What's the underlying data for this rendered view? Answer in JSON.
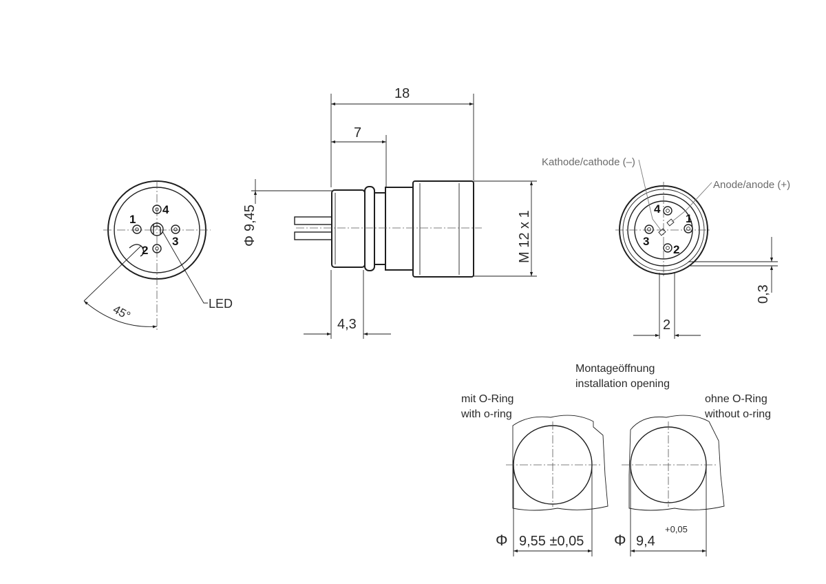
{
  "dimensions": {
    "overall_length": "18",
    "body_length": "7",
    "panel_thickness": "4,3",
    "flange_diameter": "9,45",
    "thread": "M 12 x 1",
    "angle": "45°",
    "key_width": "2",
    "key_depth": "0,3"
  },
  "symbols": {
    "diameter": "Φ"
  },
  "labels": {
    "led": "LED",
    "cathode": "Kathode/cathode (–)",
    "anode": "Anode/anode (+)",
    "mounting_de": "Montageöffnung",
    "mounting_en": "installation opening",
    "with_oring_de": "mit O-Ring",
    "with_oring_en": "with o-ring",
    "without_oring_de": "ohne O-Ring",
    "without_oring_en": "without o-ring",
    "hole_with_oring": "9,55 ±0,05",
    "hole_without_oring": "9,4",
    "hole_without_oring_tol": "+0,05"
  },
  "front_view_pins": [
    "1",
    "2",
    "3",
    "4"
  ],
  "rear_view_pins": [
    "1",
    "2",
    "3",
    "4"
  ]
}
